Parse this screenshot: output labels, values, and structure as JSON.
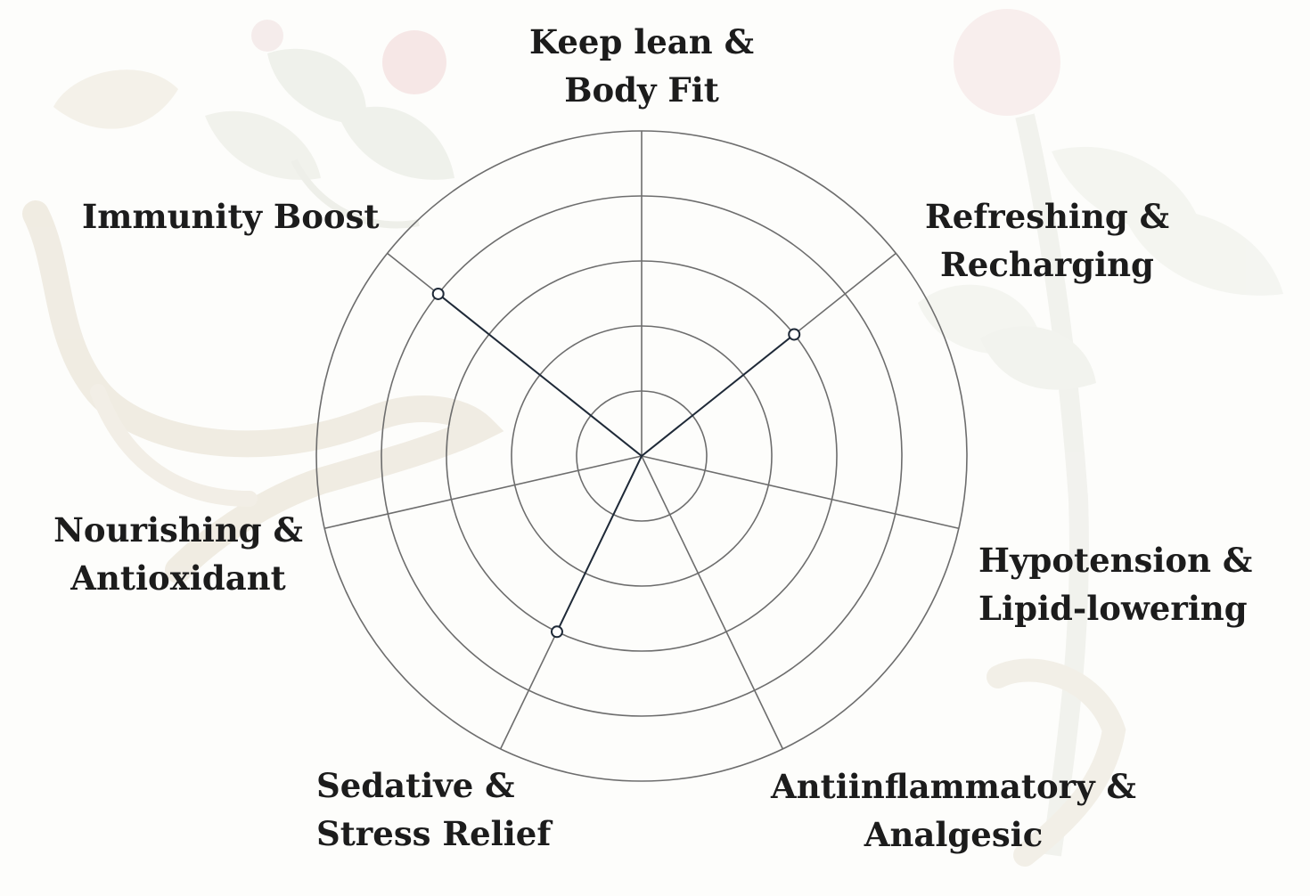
{
  "chart_data": {
    "type": "radar",
    "title": "",
    "axes": [
      {
        "label_lines": [
          "Keep lean &",
          "Body Fit"
        ]
      },
      {
        "label_lines": [
          "Refreshing &",
          "Recharging"
        ]
      },
      {
        "label_lines": [
          "Hypotension &",
          "Lipid-lowering"
        ]
      },
      {
        "label_lines": [
          "Antiinflammatory &",
          "Analgesic"
        ]
      },
      {
        "label_lines": [
          "Sedative &",
          "Stress Relief"
        ]
      },
      {
        "label_lines": [
          "Nourishing &",
          "Antioxidant"
        ]
      },
      {
        "label_lines": [
          "Immunity Boost"
        ]
      }
    ],
    "rings": 5,
    "range": [
      0,
      5
    ],
    "grid": true,
    "series": [
      {
        "values": [
          0,
          3,
          0,
          0,
          3,
          0,
          4
        ],
        "fill": "#9fa3a2",
        "fill_opacity": 0.6,
        "stroke": "#1f2a38"
      }
    ],
    "colors": {
      "grid": "#6d6d6d",
      "text": "#1c1c1c",
      "marker_fill": "#ffffff",
      "marker_stroke": "#1f2a38"
    }
  }
}
